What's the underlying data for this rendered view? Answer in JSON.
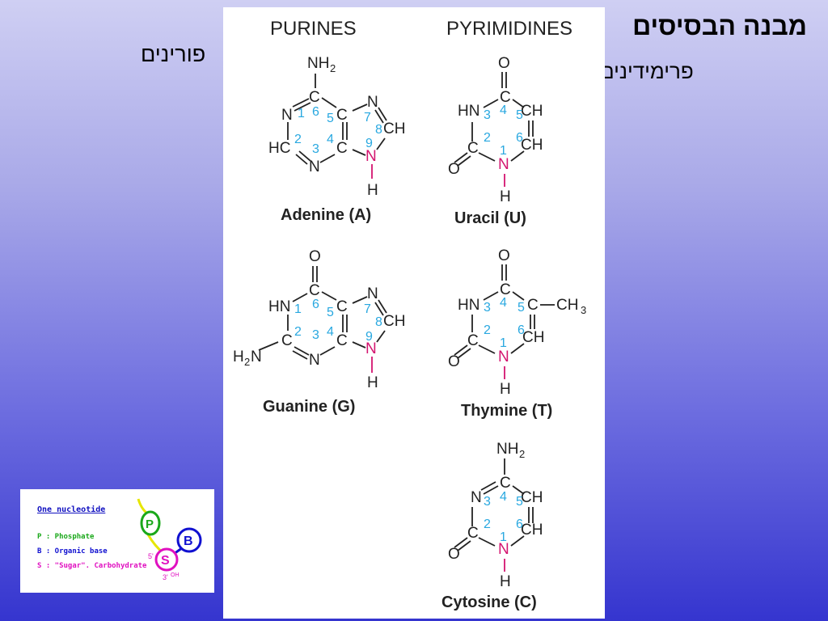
{
  "slide": {
    "title": "מבנה הבסיסים",
    "purines_label": "פורינים",
    "pyrimidines_label": "פרימידינים"
  },
  "panel": {
    "header_purines": "PURINES",
    "header_pyrimidines": "PYRIMIDINES",
    "molecules": [
      {
        "name": "Adenine (A)"
      },
      {
        "name": "Uracil (U)"
      },
      {
        "name": "Guanine (G)"
      },
      {
        "name": "Thymine (T)"
      },
      {
        "name": "Cytosine (C)"
      }
    ]
  },
  "nucleotide": {
    "title": "One nucleotide",
    "legend_p": "P : Phosphate",
    "legend_b": "B : Organic base",
    "legend_s": "S : \"Sugar\". Carbohydrate",
    "circle_p": "P",
    "circle_b": "B",
    "circle_s": "S",
    "pos5": "5'",
    "pos3": "3'",
    "oh": "OH"
  },
  "colors": {
    "ring_numbers": "#29a8e0",
    "glycosidic_nitrogen": "#d4146f",
    "phosphate": "#1aa81a",
    "base": "#1010d0",
    "sugar": "#e010c0"
  }
}
